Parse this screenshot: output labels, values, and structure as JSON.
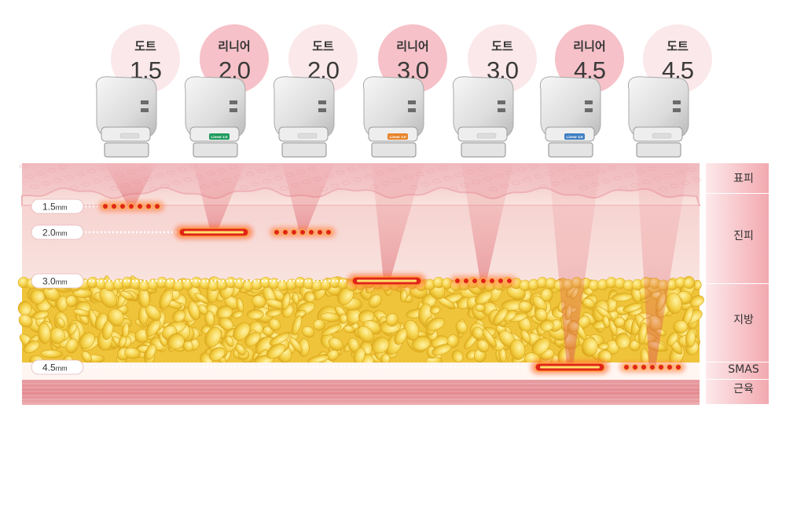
{
  "cartridges": [
    {
      "type": "도트",
      "depth": "1.5",
      "tip_label": "",
      "variant": "dot"
    },
    {
      "type": "리니어",
      "depth": "2.0",
      "tip_label": "Linear 2.0",
      "variant": "linear"
    },
    {
      "type": "도트",
      "depth": "2.0",
      "tip_label": "",
      "variant": "dot"
    },
    {
      "type": "리니어",
      "depth": "3.0",
      "tip_label": "Linear 3.0",
      "variant": "linear"
    },
    {
      "type": "도트",
      "depth": "3.0",
      "tip_label": "",
      "variant": "dot"
    },
    {
      "type": "리니어",
      "depth": "4.5",
      "tip_label": "Linear 4.5",
      "variant": "linear"
    },
    {
      "type": "도트",
      "depth": "4.5",
      "tip_label": "",
      "variant": "dot"
    }
  ],
  "depth_markers": [
    {
      "value": "1.5",
      "unit": "mm"
    },
    {
      "value": "2.0",
      "unit": "mm"
    },
    {
      "value": "3.0",
      "unit": "mm"
    },
    {
      "value": "4.5",
      "unit": "mm"
    }
  ],
  "layers": [
    {
      "label": "표피"
    },
    {
      "label": "진피"
    },
    {
      "label": "지방"
    },
    {
      "label": "SMAS"
    },
    {
      "label": "근육"
    }
  ],
  "colors": {
    "dot_badge": "#fbe8ea",
    "linear_badge": "#f6c1c8",
    "epidermis": "#f3c4c6",
    "dermis": "#f7dcd8",
    "fat": "#f2cf3c",
    "smas": "#ffffff",
    "muscle": "#e9a0a4",
    "energy": "#e0241b",
    "tip_green": "#1e9a5c",
    "tip_orange": "#e8832a",
    "tip_blue": "#3f7fc2"
  }
}
